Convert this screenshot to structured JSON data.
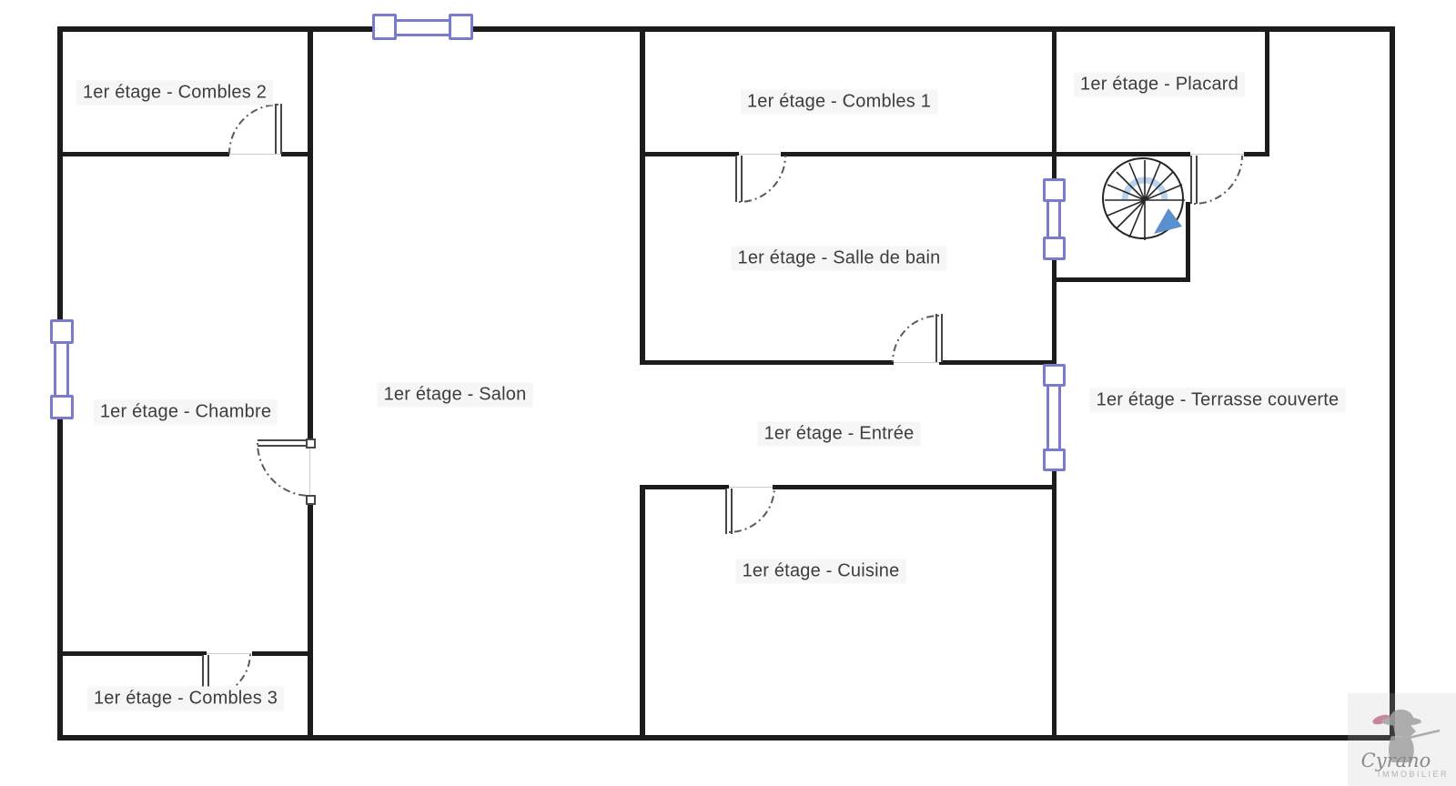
{
  "floorplan": {
    "rooms": [
      {
        "id": "combles-2",
        "label": "1er étage - Combles 2"
      },
      {
        "id": "combles-1",
        "label": "1er étage - Combles 1"
      },
      {
        "id": "placard",
        "label": "1er étage - Placard"
      },
      {
        "id": "salle-de-bain",
        "label": "1er étage - Salle de bain"
      },
      {
        "id": "chambre",
        "label": "1er étage - Chambre"
      },
      {
        "id": "salon",
        "label": "1er étage - Salon"
      },
      {
        "id": "entree",
        "label": "1er étage - Entrée"
      },
      {
        "id": "terrasse",
        "label": "1er étage - Terrasse couverte"
      },
      {
        "id": "cuisine",
        "label": "1er étage - Cuisine"
      },
      {
        "id": "combles-3",
        "label": "1er étage - Combles 3"
      }
    ],
    "colors": {
      "wall": "#1c1c1c",
      "window": "#7b7bcd",
      "door": "#474747",
      "stair_arrow": "#5b8fd0",
      "label_text": "#3d3d3d",
      "logo_silhouette": "#9b9b9b",
      "logo_feather": "#c75f85"
    },
    "logo": {
      "brand": "Cyrano",
      "tagline": "IMMOBILIER"
    }
  }
}
